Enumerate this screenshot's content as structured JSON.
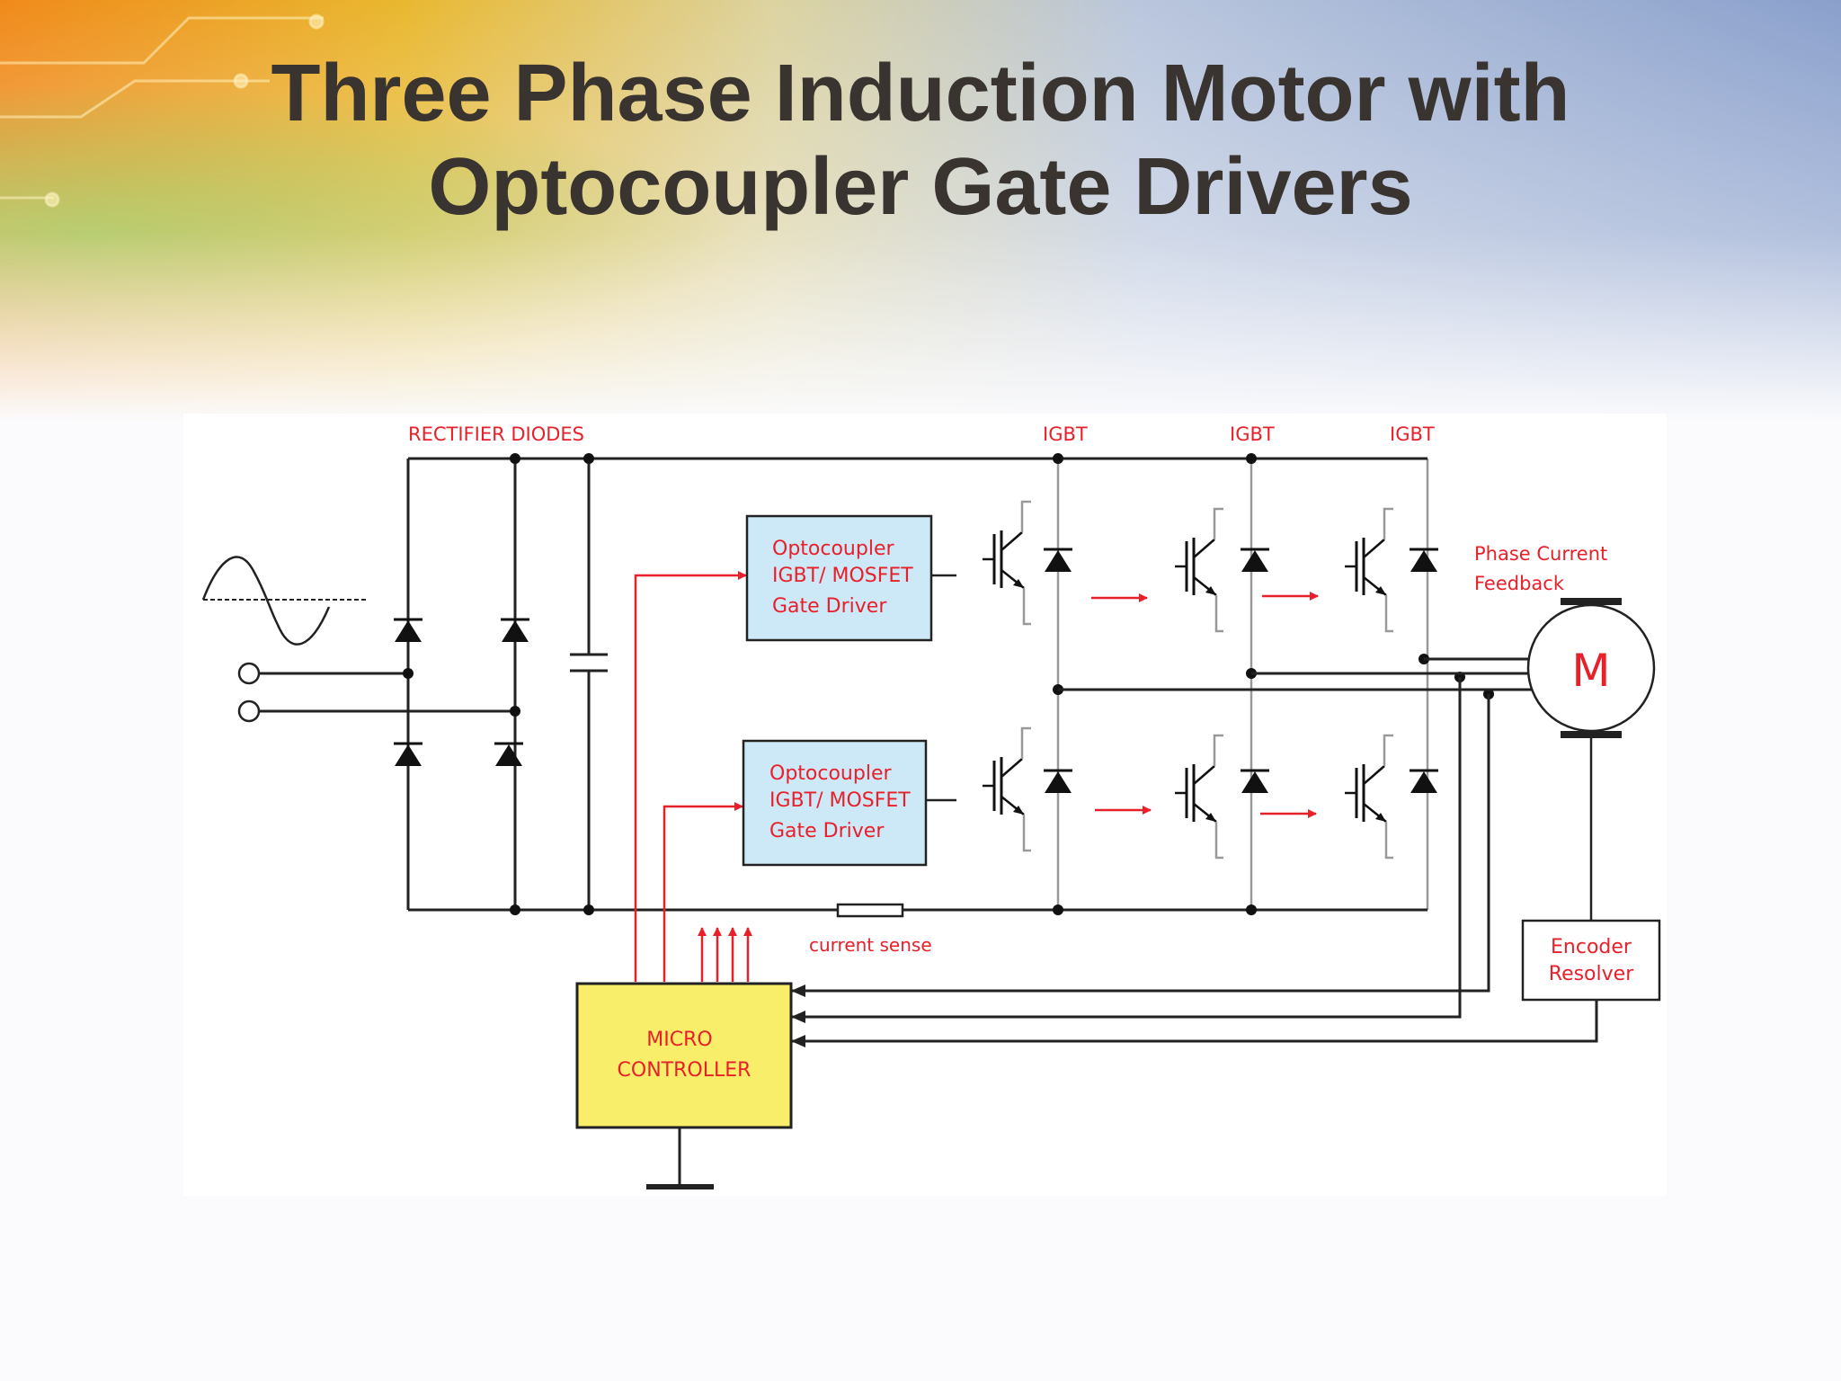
{
  "slide": {
    "title_line1": "Three Phase Induction Motor with",
    "title_line2": "Optocoupler Gate Drivers"
  },
  "diagram": {
    "labels": {
      "rectifier": "RECTIFIER DIODES",
      "igbt_1": "IGBT",
      "igbt_2": "IGBT",
      "igbt_3": "IGBT",
      "phase_current_1": "Phase Current",
      "phase_current_2": "Feedback",
      "motor": "M",
      "current_sense": "current sense",
      "encoder_1": "Encoder",
      "encoder_2": "Resolver"
    },
    "driver_top": {
      "line1": "Optocoupler",
      "line2": "IGBT/ MOSFET",
      "line3": "Gate Driver"
    },
    "driver_bottom": {
      "line1": "Optocoupler",
      "line2": "IGBT/ MOSFET",
      "line3": "Gate Driver"
    },
    "micro": {
      "line1": "MICRO",
      "line2": "CONTROLLER"
    },
    "colors": {
      "label_red": "#e8202a",
      "driver_fill": "#cde8f7",
      "micro_fill": "#f8ee6a",
      "wire": "#222222",
      "signal_red": "#e8202a"
    }
  }
}
